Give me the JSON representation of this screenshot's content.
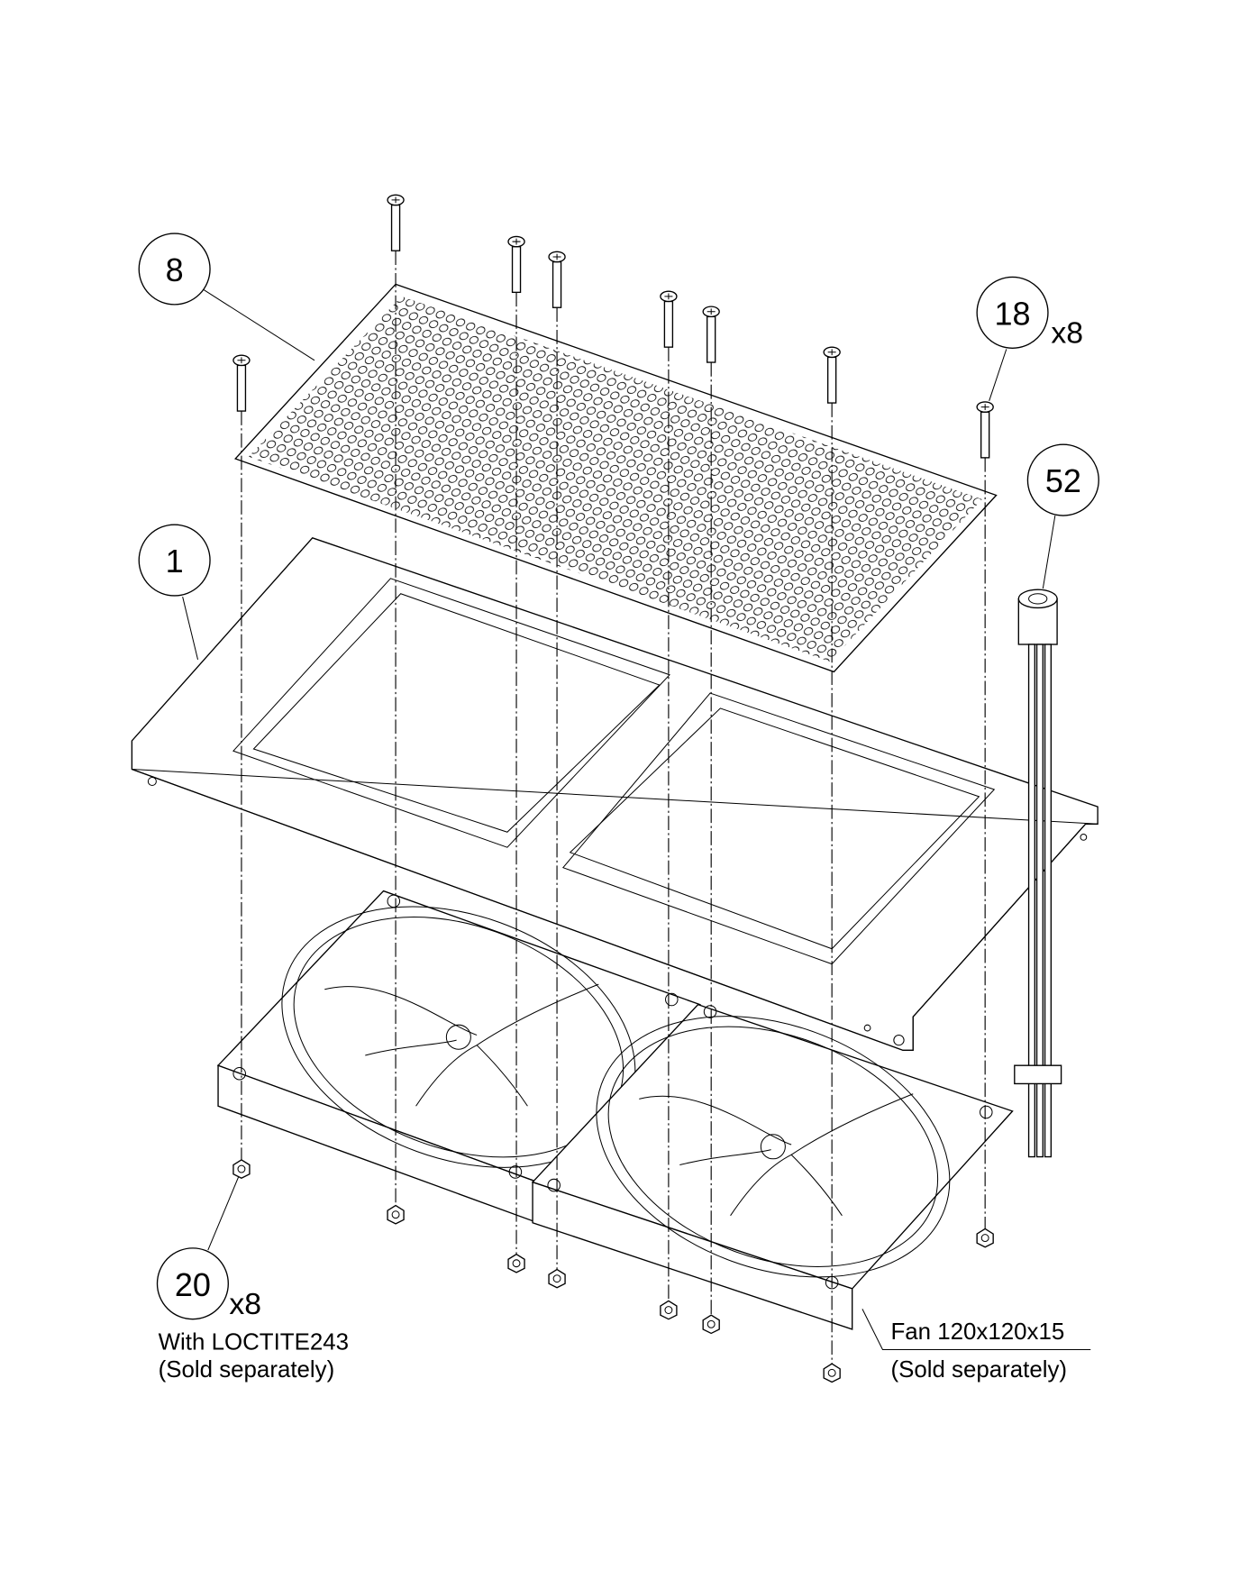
{
  "callouts": {
    "part8": {
      "number": "8"
    },
    "part1": {
      "number": "1"
    },
    "part18": {
      "number": "18",
      "qty": "x8"
    },
    "part52": {
      "number": "52"
    },
    "part20": {
      "number": "20",
      "qty": "x8",
      "note1": "With LOCTITE243",
      "note2": "(Sold separately)"
    }
  },
  "fan_note": {
    "line1": "Fan 120x120x15",
    "line2": "(Sold separately)"
  }
}
